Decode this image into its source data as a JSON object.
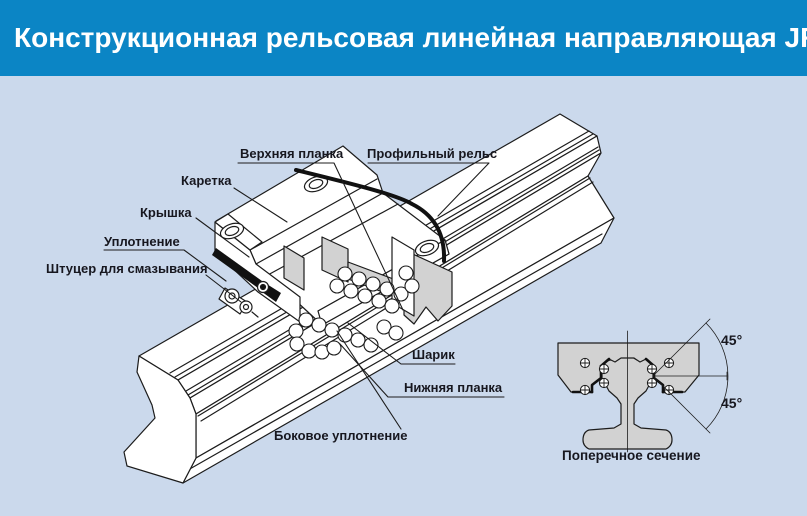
{
  "header": {
    "title": "Конструкционная рельсовая линейная направляющая JR"
  },
  "diagram": {
    "labels": {
      "upper_plate": "Верхняя планка",
      "profile_rail": "Профильный рельс",
      "carriage": "Каретка",
      "cover": "Крышка",
      "seal": "Уплотнение",
      "grease_fitting": "Штуцер для смазывания",
      "ball": "Шарик",
      "lower_plate": "Нижняя планка",
      "side_seal": "Боковое уплотнение"
    }
  },
  "cross_section": {
    "caption": "Поперечное сечение",
    "angle_top": "45°",
    "angle_bottom": "45°"
  },
  "colors": {
    "header_bg": "#0b85c5",
    "body_bg": "#cbd9ec",
    "line": "#1c1c1c",
    "metal_white": "#ffffff",
    "section_gray": "#d2d2d2"
  }
}
